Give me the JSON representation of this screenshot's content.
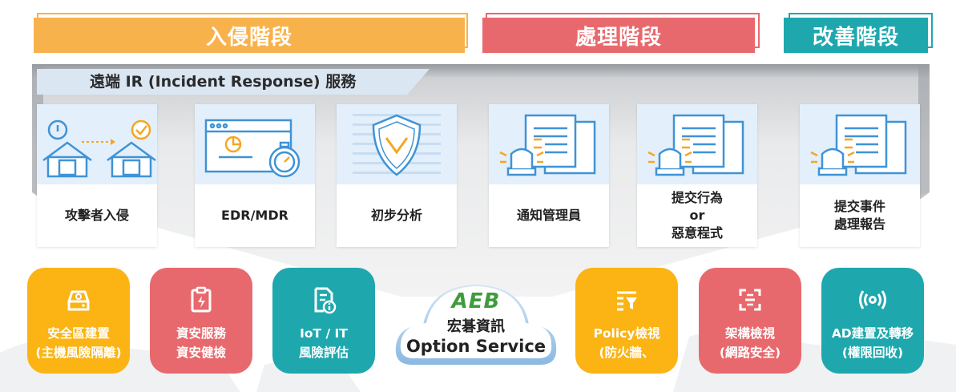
{
  "phases": {
    "invasion": {
      "label": "入侵階段",
      "color": "#f8b24c"
    },
    "handling": {
      "label": "處理階段",
      "color": "#e8696d"
    },
    "improve": {
      "label": "改善階段",
      "color": "#1ea8ae"
    }
  },
  "ir_service_title": "遠端 IR (Incident Response) 服務",
  "cards": [
    {
      "label": "攻擊者入侵",
      "icon": "house-intrusion-icon"
    },
    {
      "label": "EDR/MDR",
      "icon": "browser-stopwatch-icon"
    },
    {
      "label": "初步分析",
      "icon": "shield-icon"
    },
    {
      "label": "通知管理員",
      "icon": "siren-documents-icon"
    },
    {
      "label": "提交行為\nor\n惡意程式",
      "icon": "siren-documents-icon"
    },
    {
      "label": "提交事件\n處理報告",
      "icon": "siren-documents-icon"
    }
  ],
  "tiles": [
    {
      "label": "安全區建置\n(主機風險隔離)",
      "icon": "hard-drive-icon",
      "color": "#fbb414"
    },
    {
      "label": "資安服務\n資安健檢",
      "icon": "clipboard-bolt-icon",
      "color": "#e8696d"
    },
    {
      "label": "IoT / IT\n風險評估",
      "icon": "document-info-icon",
      "color": "#1ea8ae"
    },
    {
      "label": "Policy檢視\n(防火牆、",
      "icon": "filter-list-icon",
      "color": "#fbb414"
    },
    {
      "label": "架構檢視\n(網路安全)",
      "icon": "scan-frame-icon",
      "color": "#e8696d"
    },
    {
      "label": "AD建置及轉移\n(權限回收)",
      "icon": "broadcast-icon",
      "color": "#1ea8ae"
    }
  ],
  "center": {
    "logo": "AEB",
    "company": "宏碁資訊",
    "service": "Option Service",
    "logo_color": "#3f9b3c"
  }
}
